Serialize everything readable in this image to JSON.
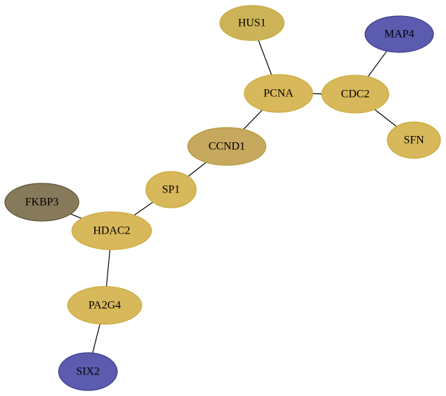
{
  "nodes": [
    {
      "id": "HUS1",
      "label": "HUS1",
      "fill": "#cdb357",
      "stroke": "#c8a838"
    },
    {
      "id": "MAP4",
      "label": "MAP4",
      "fill": "#5b5baf",
      "stroke": "#3c3c8c"
    },
    {
      "id": "PCNA",
      "label": "PCNA",
      "fill": "#d7b85a",
      "stroke": "#cbaa3c"
    },
    {
      "id": "CDC2",
      "label": "CDC2",
      "fill": "#d7b85a",
      "stroke": "#cbaa3c"
    },
    {
      "id": "SFN",
      "label": "SFN",
      "fill": "#d7b85a",
      "stroke": "#cbaa3c"
    },
    {
      "id": "CCND1",
      "label": "CCND1",
      "fill": "#c6a85e",
      "stroke": "#b89a40"
    },
    {
      "id": "SP1",
      "label": "SP1",
      "fill": "#d7b85a",
      "stroke": "#cbaa3c"
    },
    {
      "id": "FKBP3",
      "label": "FKBP3",
      "fill": "#877a5a",
      "stroke": "#5e5536"
    },
    {
      "id": "HDAC2",
      "label": "HDAC2",
      "fill": "#d7b85a",
      "stroke": "#cbaa3c"
    },
    {
      "id": "PA2G4",
      "label": "PA2G4",
      "fill": "#d7b85a",
      "stroke": "#cbaa3c"
    },
    {
      "id": "SIX2",
      "label": "SIX2",
      "fill": "#5b5baf",
      "stroke": "#3c3c8c"
    }
  ],
  "edges": [
    {
      "from": "HUS1",
      "to": "PCNA"
    },
    {
      "from": "PCNA",
      "to": "CDC2"
    },
    {
      "from": "CDC2",
      "to": "MAP4"
    },
    {
      "from": "CDC2",
      "to": "SFN"
    },
    {
      "from": "PCNA",
      "to": "CCND1"
    },
    {
      "from": "CCND1",
      "to": "SP1"
    },
    {
      "from": "SP1",
      "to": "HDAC2"
    },
    {
      "from": "FKBP3",
      "to": "HDAC2"
    },
    {
      "from": "HDAC2",
      "to": "PA2G4"
    },
    {
      "from": "PA2G4",
      "to": "SIX2"
    }
  ]
}
